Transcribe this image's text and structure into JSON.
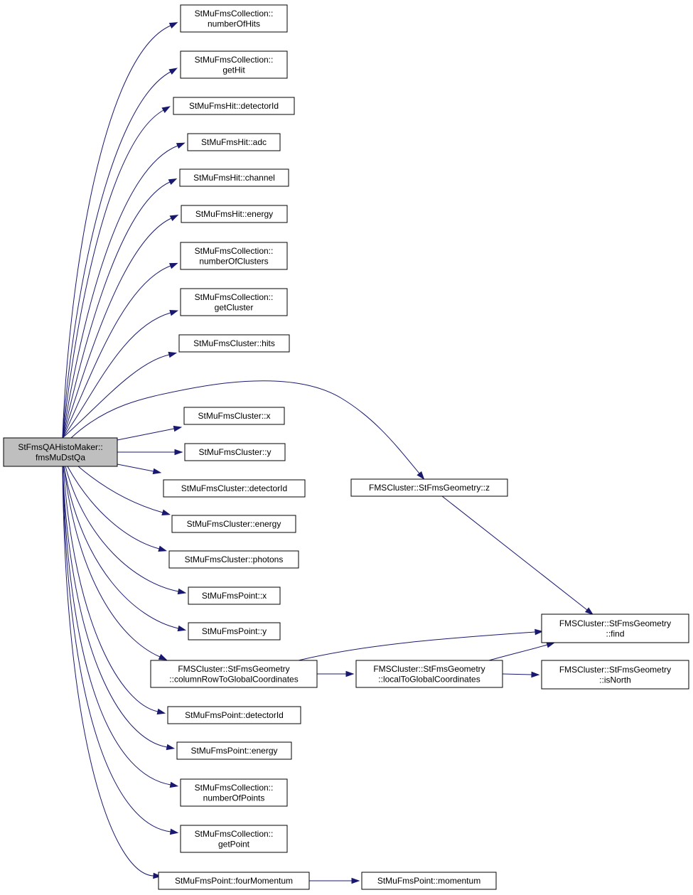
{
  "diagram": {
    "root": {
      "id": "root",
      "lines": [
        "StFmsQAHistoMaker::",
        "fmsMuDstQa"
      ]
    },
    "nodes": [
      {
        "id": "coll-numberOfHits",
        "lines": [
          "StMuFmsCollection::",
          "numberOfHits"
        ]
      },
      {
        "id": "coll-getHit",
        "lines": [
          "StMuFmsCollection::",
          "getHit"
        ]
      },
      {
        "id": "hit-detectorId",
        "lines": [
          "StMuFmsHit::detectorId"
        ]
      },
      {
        "id": "hit-adc",
        "lines": [
          "StMuFmsHit::adc"
        ]
      },
      {
        "id": "hit-channel",
        "lines": [
          "StMuFmsHit::channel"
        ]
      },
      {
        "id": "hit-energy",
        "lines": [
          "StMuFmsHit::energy"
        ]
      },
      {
        "id": "coll-numberOfClusters",
        "lines": [
          "StMuFmsCollection::",
          "numberOfClusters"
        ]
      },
      {
        "id": "coll-getCluster",
        "lines": [
          "StMuFmsCollection::",
          "getCluster"
        ]
      },
      {
        "id": "cluster-hits",
        "lines": [
          "StMuFmsCluster::hits"
        ]
      },
      {
        "id": "cluster-x",
        "lines": [
          "StMuFmsCluster::x"
        ]
      },
      {
        "id": "cluster-y",
        "lines": [
          "StMuFmsCluster::y"
        ]
      },
      {
        "id": "cluster-detectorId",
        "lines": [
          "StMuFmsCluster::detectorId"
        ]
      },
      {
        "id": "cluster-energy",
        "lines": [
          "StMuFmsCluster::energy"
        ]
      },
      {
        "id": "cluster-photons",
        "lines": [
          "StMuFmsCluster::photons"
        ]
      },
      {
        "id": "point-x",
        "lines": [
          "StMuFmsPoint::x"
        ]
      },
      {
        "id": "point-y",
        "lines": [
          "StMuFmsPoint::y"
        ]
      },
      {
        "id": "geom-columnRow",
        "lines": [
          "FMSCluster::StFmsGeometry",
          "::columnRowToGlobalCoordinates"
        ]
      },
      {
        "id": "point-detectorId",
        "lines": [
          "StMuFmsPoint::detectorId"
        ]
      },
      {
        "id": "point-energy",
        "lines": [
          "StMuFmsPoint::energy"
        ]
      },
      {
        "id": "coll-numberOfPoints",
        "lines": [
          "StMuFmsCollection::",
          "numberOfPoints"
        ]
      },
      {
        "id": "coll-getPoint",
        "lines": [
          "StMuFmsCollection::",
          "getPoint"
        ]
      },
      {
        "id": "point-fourMomentum",
        "lines": [
          "StMuFmsPoint::fourMomentum"
        ]
      },
      {
        "id": "geom-z",
        "lines": [
          "FMSCluster::StFmsGeometry::z"
        ]
      },
      {
        "id": "geom-localToGlobal",
        "lines": [
          "FMSCluster::StFmsGeometry",
          "::localToGlobalCoordinates"
        ]
      },
      {
        "id": "point-momentum",
        "lines": [
          "StMuFmsPoint::momentum"
        ]
      },
      {
        "id": "geom-find",
        "lines": [
          "FMSCluster::StFmsGeometry",
          "::find"
        ]
      },
      {
        "id": "geom-isNorth",
        "lines": [
          "FMSCluster::StFmsGeometry",
          "::isNorth"
        ]
      }
    ],
    "edges": [
      {
        "from": "root",
        "to": "coll-numberOfHits"
      },
      {
        "from": "root",
        "to": "coll-getHit"
      },
      {
        "from": "root",
        "to": "hit-detectorId"
      },
      {
        "from": "root",
        "to": "hit-adc"
      },
      {
        "from": "root",
        "to": "hit-channel"
      },
      {
        "from": "root",
        "to": "hit-energy"
      },
      {
        "from": "root",
        "to": "coll-numberOfClusters"
      },
      {
        "from": "root",
        "to": "coll-getCluster"
      },
      {
        "from": "root",
        "to": "cluster-hits"
      },
      {
        "from": "root",
        "to": "geom-z"
      },
      {
        "from": "root",
        "to": "cluster-x"
      },
      {
        "from": "root",
        "to": "cluster-y"
      },
      {
        "from": "root",
        "to": "cluster-detectorId"
      },
      {
        "from": "root",
        "to": "cluster-energy"
      },
      {
        "from": "root",
        "to": "cluster-photons"
      },
      {
        "from": "root",
        "to": "point-x"
      },
      {
        "from": "root",
        "to": "point-y"
      },
      {
        "from": "root",
        "to": "geom-columnRow"
      },
      {
        "from": "root",
        "to": "point-detectorId"
      },
      {
        "from": "root",
        "to": "point-energy"
      },
      {
        "from": "root",
        "to": "coll-numberOfPoints"
      },
      {
        "from": "root",
        "to": "coll-getPoint"
      },
      {
        "from": "root",
        "to": "point-fourMomentum"
      },
      {
        "from": "geom-z",
        "to": "geom-find"
      },
      {
        "from": "geom-columnRow",
        "to": "geom-find"
      },
      {
        "from": "geom-columnRow",
        "to": "geom-localToGlobal"
      },
      {
        "from": "geom-localToGlobal",
        "to": "geom-find"
      },
      {
        "from": "geom-localToGlobal",
        "to": "geom-isNorth"
      },
      {
        "from": "point-fourMomentum",
        "to": "point-momentum"
      }
    ],
    "colors": {
      "edge": "#191970",
      "root_fill": "#bfbfbf",
      "node_fill": "#ffffff",
      "border": "#000000"
    }
  }
}
